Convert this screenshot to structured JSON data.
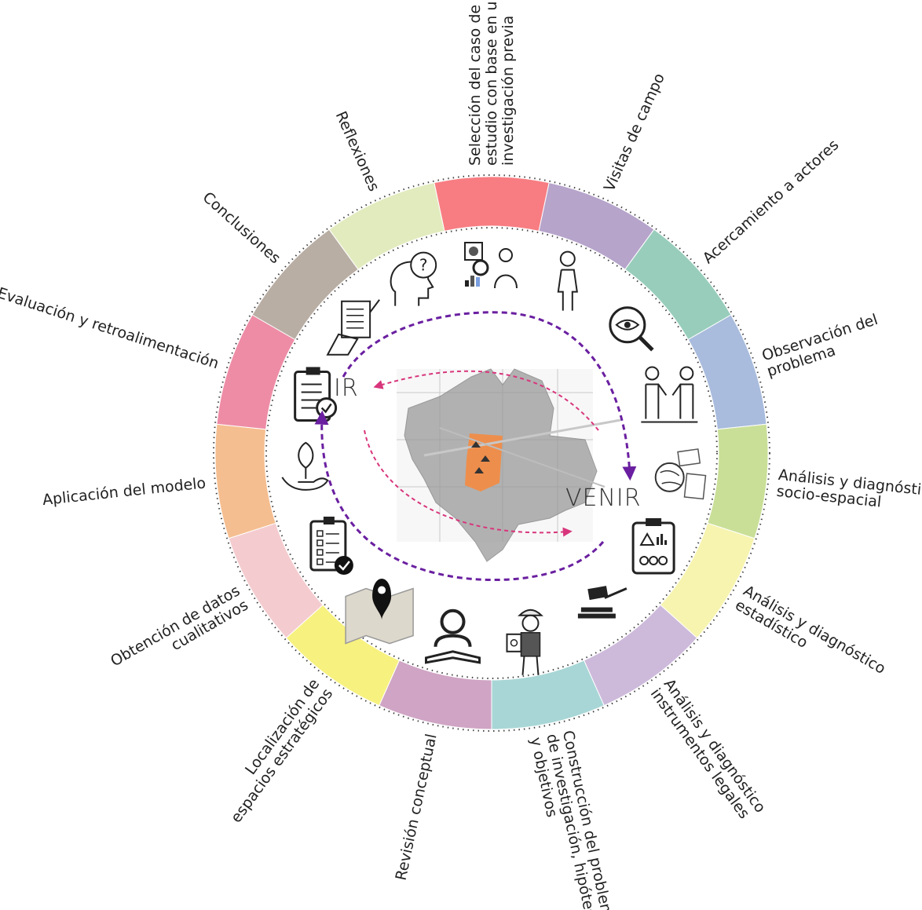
{
  "segments": [
    {
      "id": "seleccion",
      "lines": [
        "Selección del caso de",
        "estudio con base en una",
        "investigación previa"
      ],
      "color": "#F77D82",
      "icon": "data-analysis-person-icon"
    },
    {
      "id": "visitas",
      "lines": [
        "Visitas de campo"
      ],
      "color": "#B6A4CB",
      "icon": "walking-person-icon"
    },
    {
      "id": "acercamiento",
      "lines": [
        "Acercamiento a actores"
      ],
      "color": "#98CDBB",
      "icon": "magnifier-eye-icon"
    },
    {
      "id": "observacion",
      "lines": [
        "Observación del",
        "problema"
      ],
      "color": "#A9BCDD",
      "icon": "handshake-icon"
    },
    {
      "id": "analisis-socio",
      "lines": [
        "Análisis y diagnóstico",
        "socio-espacial"
      ],
      "color": "#C9DF97",
      "icon": "world-map-icon"
    },
    {
      "id": "analisis-estadistico",
      "lines": [
        "Análisis y diagnóstico",
        "estadístico"
      ],
      "color": "#F7F4B0",
      "icon": "clipboard-chart-icon"
    },
    {
      "id": "analisis-legal",
      "lines": [
        "Análisis y diagnóstico",
        "instrumentos legales"
      ],
      "color": "#CDBADB",
      "icon": "gavel-icon"
    },
    {
      "id": "construccion",
      "lines": [
        "Construcción del problema",
        "de investigación, hipótesis",
        "y objetivos"
      ],
      "color": "#A8D6D6",
      "icon": "engineer-icon"
    },
    {
      "id": "revision",
      "lines": [
        "Revisión conceptual"
      ],
      "color": "#CFA4C4",
      "icon": "person-reading-icon"
    },
    {
      "id": "localizacion",
      "lines": [
        "Localización de",
        "espacios estratégicos"
      ],
      "color": "#F7F17F",
      "icon": "map-pin-icon"
    },
    {
      "id": "obtencion",
      "lines": [
        "Obtención de datos",
        "cualitativos"
      ],
      "color": "#F4CCCF",
      "icon": "checklist-icon"
    },
    {
      "id": "aplicacion",
      "lines": [
        "Aplicación del modelo"
      ],
      "color": "#F5BE90",
      "icon": "plant-hand-icon"
    },
    {
      "id": "evaluacion",
      "lines": [
        "Evaluación y retroalimentación"
      ],
      "color": "#EE8CA6",
      "icon": "clipboard-check-icon"
    },
    {
      "id": "conclusiones",
      "lines": [
        "Conclusiones"
      ],
      "color": "#B9AEA4",
      "icon": "document-hand-icon"
    },
    {
      "id": "reflexiones",
      "lines": [
        "Reflexiones"
      ],
      "color": "#E2EBBE",
      "icon": "head-question-icon"
    }
  ],
  "center": {
    "ir_text": "IR",
    "venir_text": "VENIR",
    "arrow_outer_color": "#6A1FA0",
    "arrow_inner_color": "#D8367C",
    "map_color": "#9A9A9A",
    "map_highlight_color": "#EE8E4C"
  }
}
